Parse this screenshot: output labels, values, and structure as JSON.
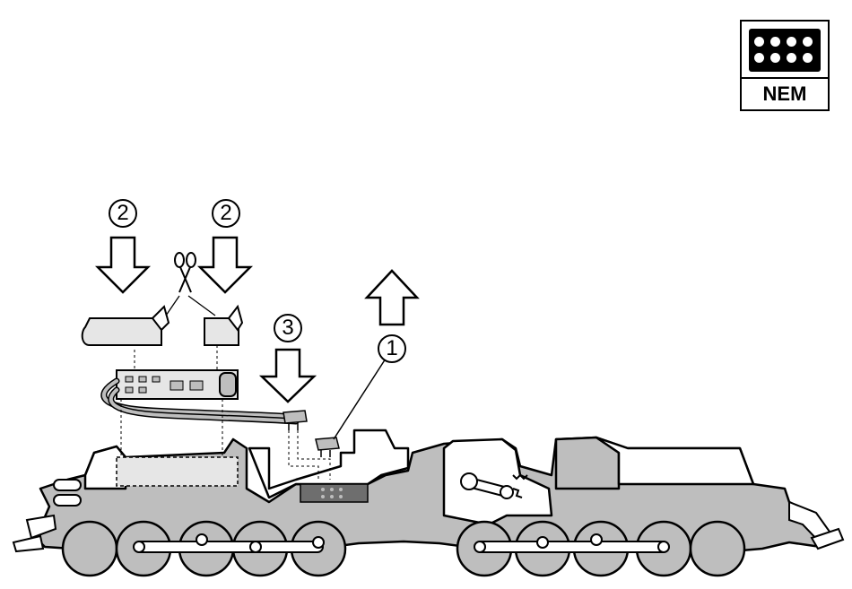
{
  "badge": {
    "label": "NEM"
  },
  "steps": {
    "remove": "1",
    "cut_tape": "2",
    "insert": "3"
  },
  "icons": {
    "scissors": "scissors-icon",
    "arrow_up": "arrow-up-icon",
    "arrow_down": "arrow-down-icon"
  },
  "colors": {
    "body_gray": "#bebebe",
    "dark_gray": "#6e6e6e",
    "line": "#000000"
  }
}
